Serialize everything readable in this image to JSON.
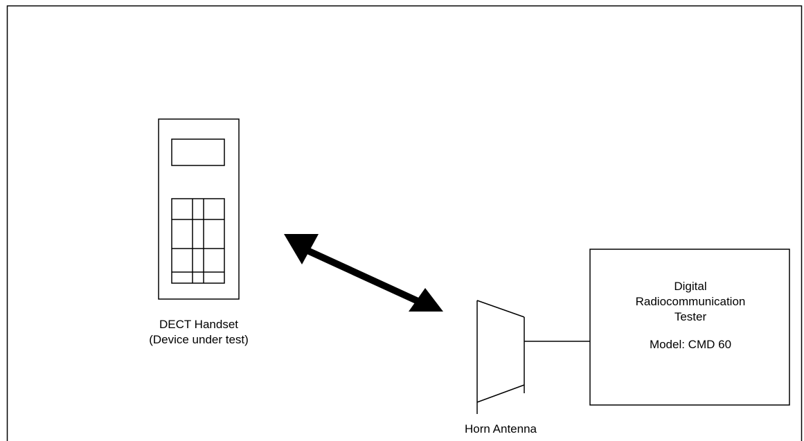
{
  "handset": {
    "label_line1": "DECT Handset",
    "label_line2": "(Device under test)"
  },
  "antenna": {
    "label": "Horn Antenna"
  },
  "tester": {
    "line1": "Digital",
    "line2": "Radiocommunication",
    "line3": "Tester",
    "line4": "Model: CMD 60"
  },
  "link": {
    "type": "bidirectional-arrow"
  }
}
